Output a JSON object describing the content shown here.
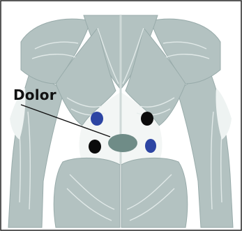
{
  "label": {
    "text": "Dolor"
  },
  "colors": {
    "muscle": "#b3c2c1",
    "muscle_dark": "#98abaa",
    "fiber": "#e3ebea",
    "tendon": "#f1f5f4",
    "electrode_black": "#0b0b0b",
    "electrode_blue": "#2d45a3",
    "pain_spot": "#6f8c87",
    "border": "#222222"
  },
  "electrodes": [
    {
      "name": "upper-left-electrode",
      "color": "blue"
    },
    {
      "name": "upper-right-electrode",
      "color": "black"
    },
    {
      "name": "lower-left-electrode",
      "color": "black"
    },
    {
      "name": "lower-right-electrode",
      "color": "blue"
    }
  ]
}
